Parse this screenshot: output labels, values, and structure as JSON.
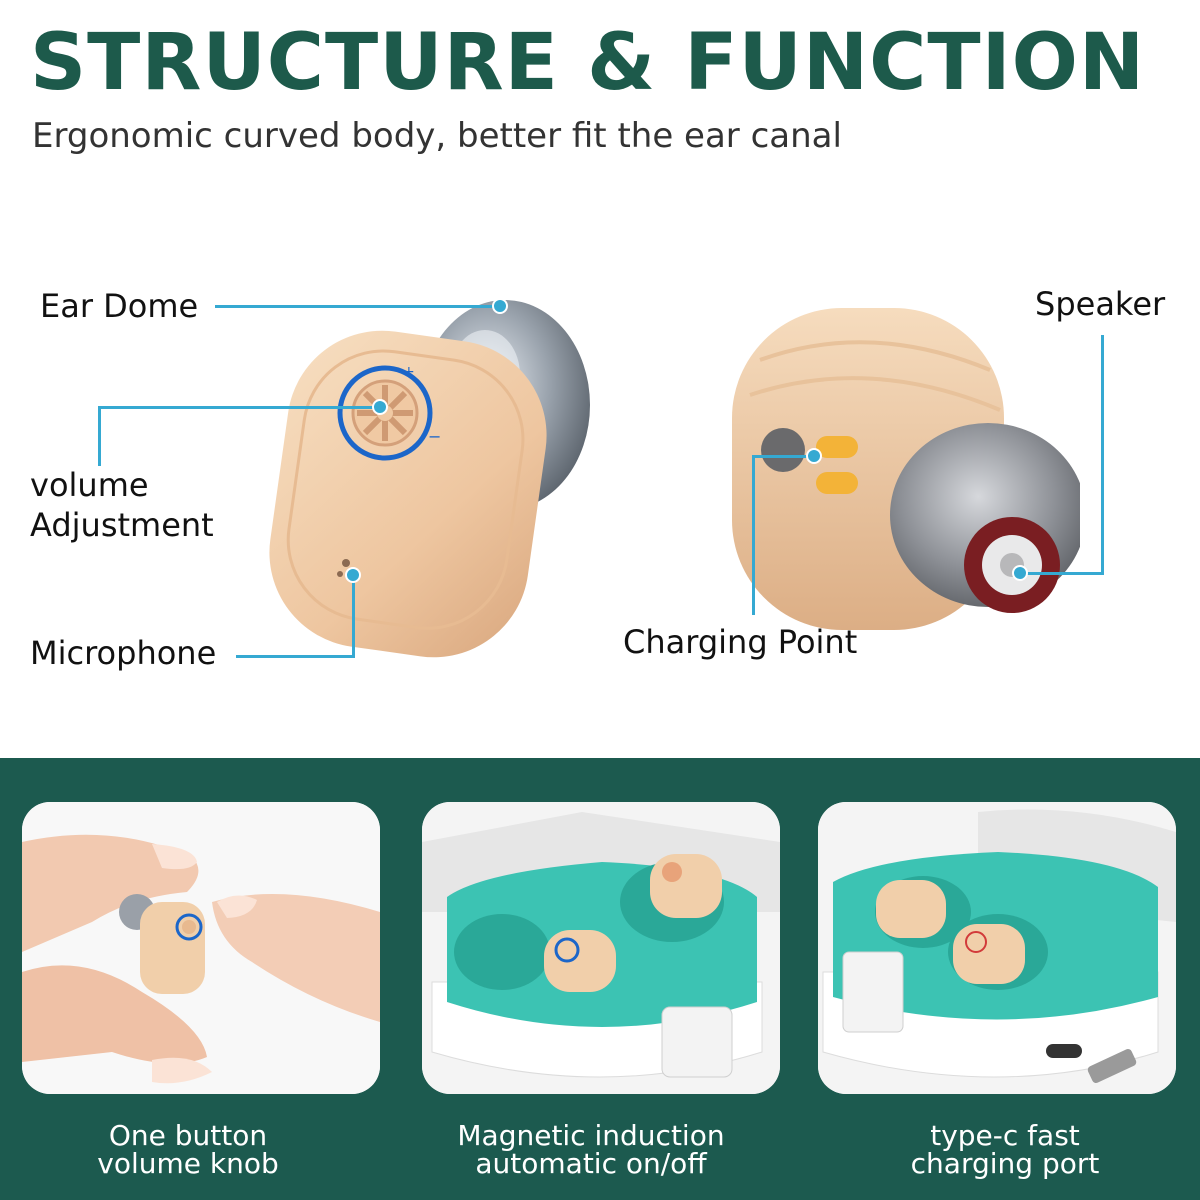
{
  "header": {
    "title": "STRUCTURE & FUNCTION",
    "subtitle": "Ergonomic curved body, better fit the ear canal"
  },
  "callouts": {
    "ear_dome": "Ear Dome",
    "volume_line1": "volume",
    "volume_line2": "Adjustment",
    "microphone": "Microphone",
    "speaker": "Speaker",
    "charging_point": "Charging Point"
  },
  "features": [
    {
      "line1": "One button",
      "line2": "volume knob"
    },
    {
      "line1": "Magnetic induction",
      "line2": "automatic on/off"
    },
    {
      "line1": "type-c fast",
      "line2": "charging port"
    }
  ],
  "colors": {
    "brand_green": "#1d5a4b",
    "band_green": "#1c5a4f",
    "callout_blue": "#35a9d2",
    "device_beige": "#f1cfaa",
    "case_teal": "#3cc3b3"
  }
}
